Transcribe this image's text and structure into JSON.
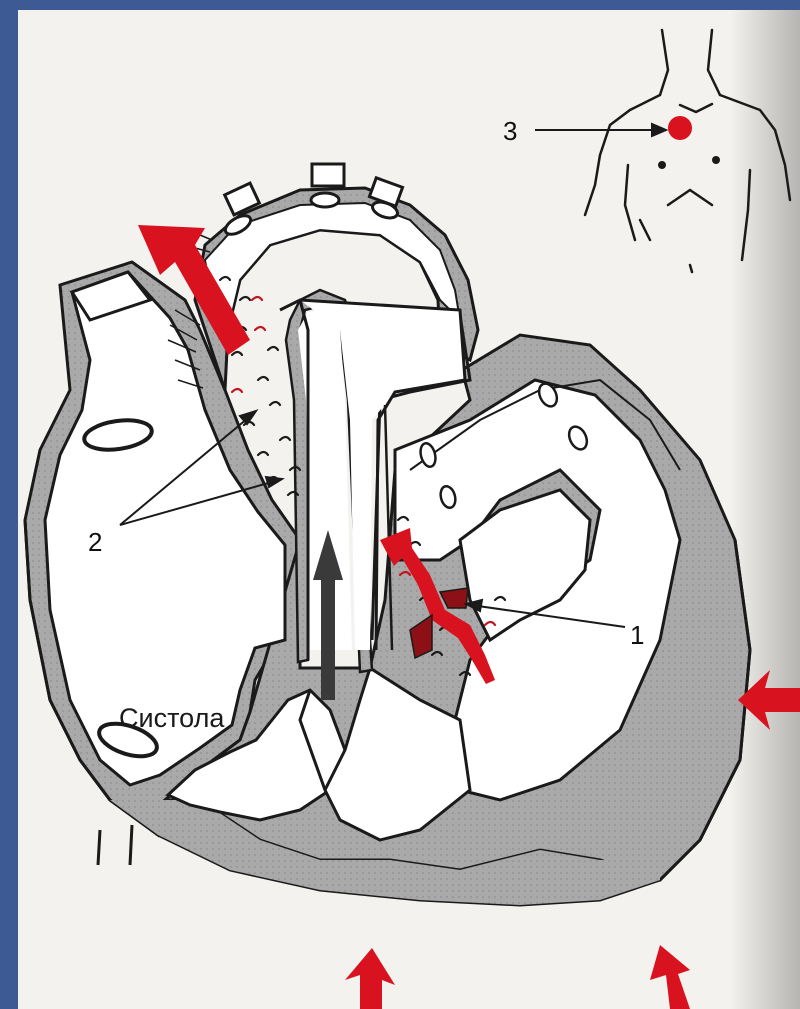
{
  "figure": {
    "caption": "Систола",
    "labels": {
      "label_1": "1",
      "label_2": "2",
      "label_3": "3"
    }
  },
  "colors": {
    "background": "#3d5a94",
    "paper": "#f4f2ee",
    "wall_gray": "#a8a8a8",
    "arrow_red": "#d8121e",
    "arrow_dark": "#3a3a3a",
    "outline": "#1a1a1a"
  }
}
